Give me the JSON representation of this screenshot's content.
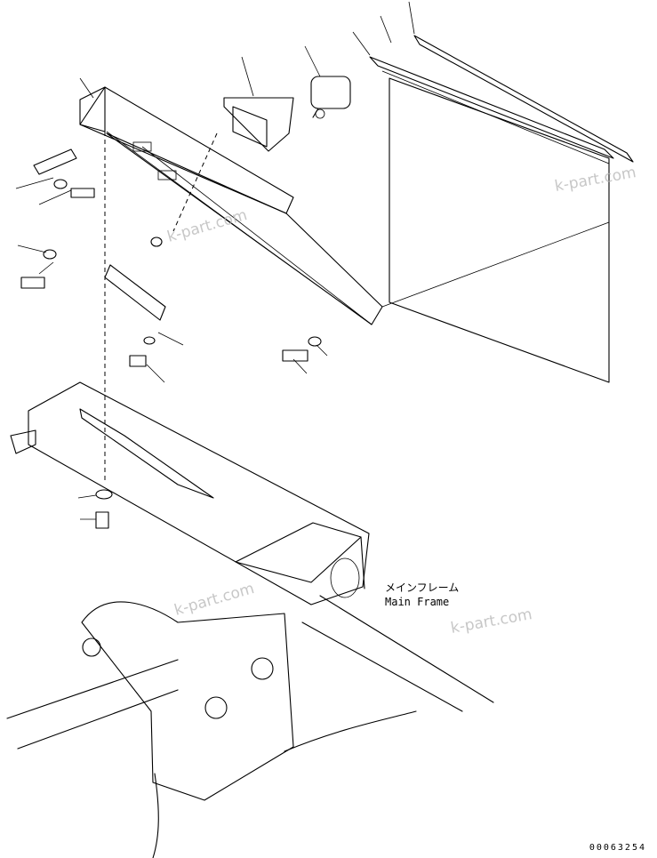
{
  "labels": {
    "main_frame_jp": "メインフレーム",
    "main_frame_en": "Main Frame"
  },
  "watermark": "k-part.com",
  "document_number": "00063254",
  "colors": {
    "line": "#000000",
    "watermark": "#b5b5b5",
    "background": "#ffffff"
  }
}
